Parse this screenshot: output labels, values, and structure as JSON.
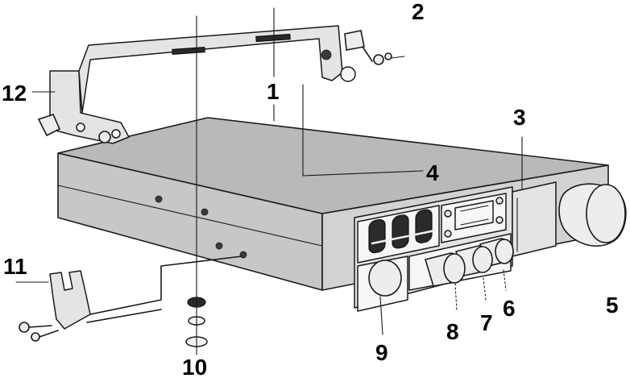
{
  "callouts": {
    "c1": "1",
    "c2": "2",
    "c3": "3",
    "c4": "4",
    "c5": "5",
    "c6": "6",
    "c7": "7",
    "c8": "8",
    "c9": "9",
    "c10": "10",
    "c11": "11",
    "c12": "12"
  },
  "colors": {
    "line": "#1a1a1a",
    "body_shade": "#c7c7c7",
    "background": "#ffffff"
  }
}
